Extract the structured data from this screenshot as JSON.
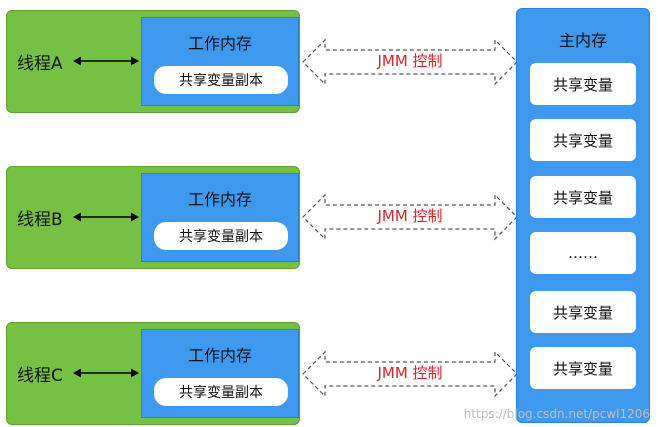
{
  "threads": [
    {
      "label": "线程A",
      "work_memory": "工作内存",
      "copy": "共享变量副本"
    },
    {
      "label": "线程B",
      "work_memory": "工作内存",
      "copy": "共享变量副本"
    },
    {
      "label": "线程C",
      "work_memory": "工作内存",
      "copy": "共享变量副本"
    }
  ],
  "jmm_label": "JMM 控制",
  "main_memory": {
    "title": "主内存",
    "items": [
      "共享变量",
      "共享变量",
      "共享变量",
      "……",
      "共享变量",
      "共享变量"
    ]
  },
  "watermark": "https://blog.csdn.net/pcwl1206",
  "colors": {
    "thread": "#76c143",
    "memory": "#3e98ee",
    "jmm_text": "#d9222a"
  }
}
